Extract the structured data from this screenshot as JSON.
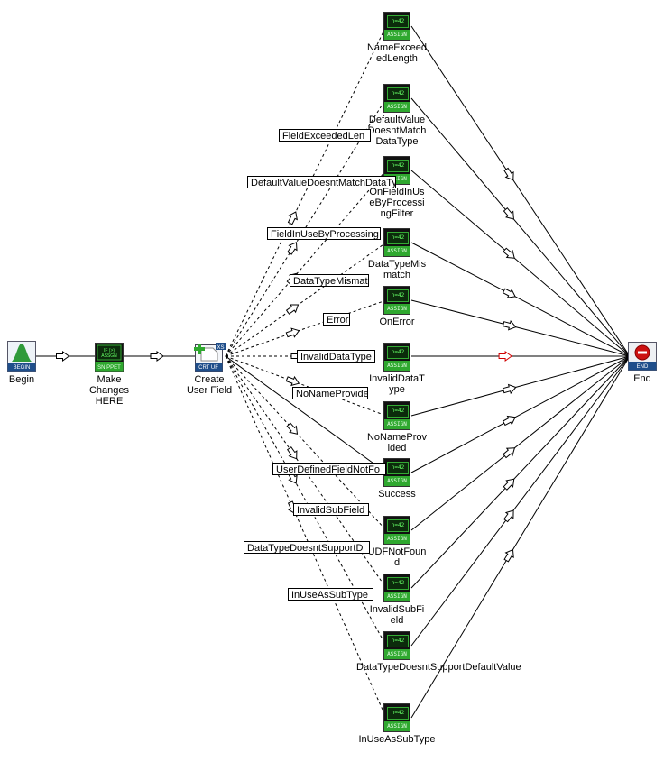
{
  "nodes": {
    "begin": {
      "label": "Begin",
      "icon_text": "BEGIN"
    },
    "make_changes": {
      "label": "Make Changes HERE",
      "icon_text": "SNIPPET"
    },
    "create_user_field": {
      "label": "Create User Field",
      "icon_text": "CRT UF",
      "badge": "XS"
    },
    "end": {
      "label": "End",
      "icon_text": "END"
    },
    "assign_icon_screen": "n=42",
    "assign_icon_bar": "ASSIGN",
    "assigns": [
      {
        "label": "NameExceededLength"
      },
      {
        "label": "DefaultValueDoesntMatchDataType"
      },
      {
        "label": "OnFieldInUseByProcessingFilter"
      },
      {
        "label": "DataTypeMismatch"
      },
      {
        "label": "OnError"
      },
      {
        "label": "InvalidDataType"
      },
      {
        "label": "NoNameProvided"
      },
      {
        "label": "Success"
      },
      {
        "label": "UDFNotFound"
      },
      {
        "label": "InvalidSubField"
      },
      {
        "label": "DataTypeDoesntSupportDefaultValue"
      },
      {
        "label": "InUseAsSubType"
      }
    ]
  },
  "edge_labels": [
    "FieldExceededLen",
    "DefaultValueDoesntMatchDataType",
    "FieldInUseByProcessing",
    "DataTypeMismatch",
    "Error",
    "InvalidDataType",
    "NoNameProvide",
    "UserDefinedFieldNotFo",
    "InvalidSubField",
    "DataTypeDoesntSupportD",
    "InUseAsSubType"
  ],
  "colors": {
    "highlight_arrow": "#d00000",
    "assign_green": "#2fa82f",
    "begin_blue": "#1f4e8a",
    "end_red": "#cc1111"
  }
}
